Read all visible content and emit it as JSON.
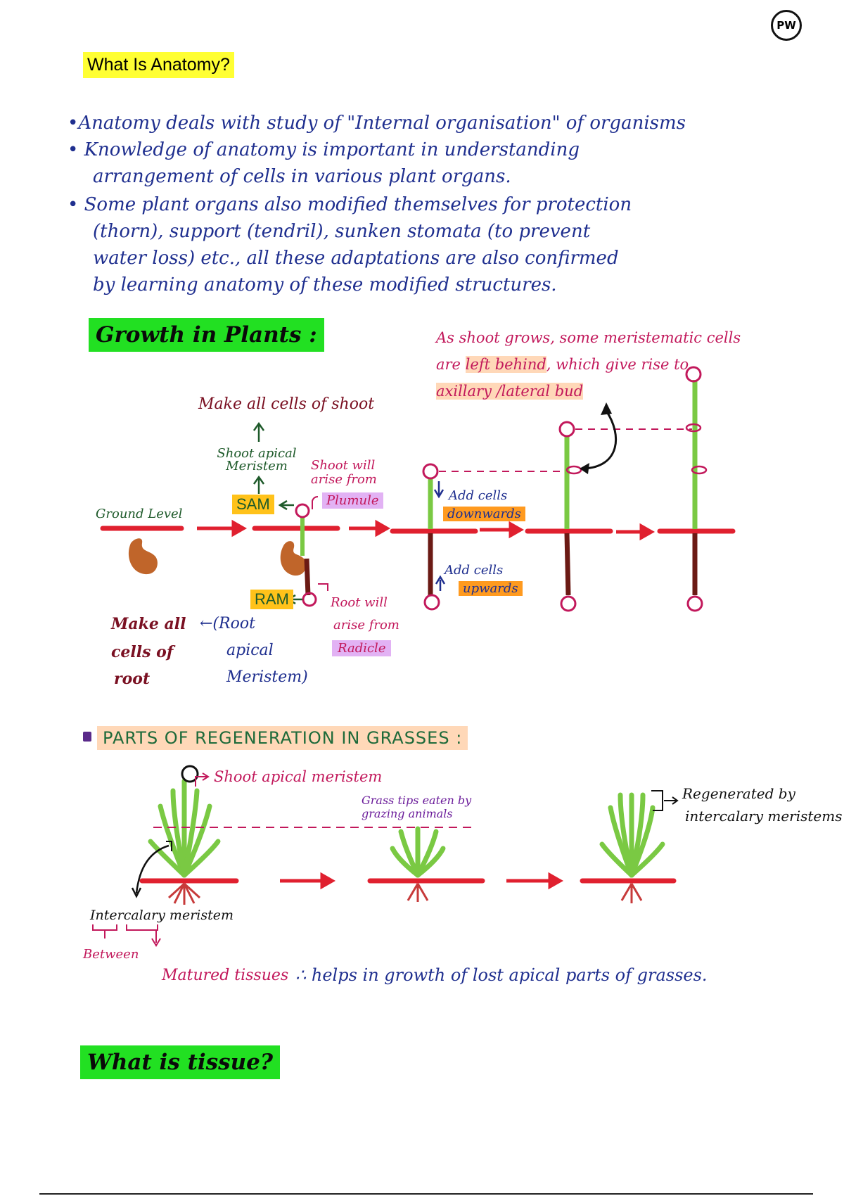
{
  "logo": {
    "text": "PW"
  },
  "title": "What Is Anatomy?",
  "bullets": [
    "•Anatomy deals with study of \"Internal organisation\" of organisms",
    "• Knowledge of anatomy is important in understanding",
    "arrangement of cells in various plant organs.",
    "• Some plant organs also modified themselves for protection",
    "(thorn), support (tendril), sunken stomata (to prevent",
    "water loss) etc., all these adaptations are also confirmed",
    "by learning anatomy of these modified structures."
  ],
  "growth": {
    "heading": "Growth in Plants :",
    "note": {
      "line1": "As shoot grows, some meristematic cells",
      "line2_a": "are ",
      "line2_hl": "left behind",
      "line2_b": ", which give rise to",
      "line3_hl": "axillary /lateral bud"
    },
    "make_all_shoot": "Make all cells of shoot",
    "shoot_apical_meristem": "Shoot apical Meristem",
    "sam": "SAM",
    "ground_level": "Ground Level",
    "shoot_arise": "Shoot will arise from",
    "plumule": "Plumule",
    "add_down_1": "Add cells",
    "add_down_2": "downwards",
    "add_up_1": "Add cells",
    "add_up_2": "upwards",
    "ram": "RAM",
    "root_arise_1": "Root will",
    "root_arise_2": "arise from",
    "radicle": "Radicle",
    "make_root_1": "Make all",
    "make_root_2": "cells of",
    "make_root_3": "root",
    "ram_full_1": "←(Root",
    "ram_full_2": "apical",
    "ram_full_3": "Meristem)"
  },
  "grasses": {
    "heading": "PARTS OF REGENERATION IN GRASSES :",
    "sam_label": "Shoot apical meristem",
    "grass_tips": "Grass tips eaten by grazing animals",
    "regenerated_1": "Regenerated by",
    "regenerated_2": "intercalary meristems",
    "intercalary": "Intercalary meristem",
    "between": "Between",
    "matured": "Matured tissues",
    "helps": "∴ helps in growth of lost apical parts of grasses."
  },
  "tissue_heading": "What is tissue?",
  "colors": {
    "ground": "#e0202f",
    "stem": "#7ac943",
    "root": "#6b1a14",
    "circle": "#c2185b",
    "seed": "#c0652a"
  }
}
